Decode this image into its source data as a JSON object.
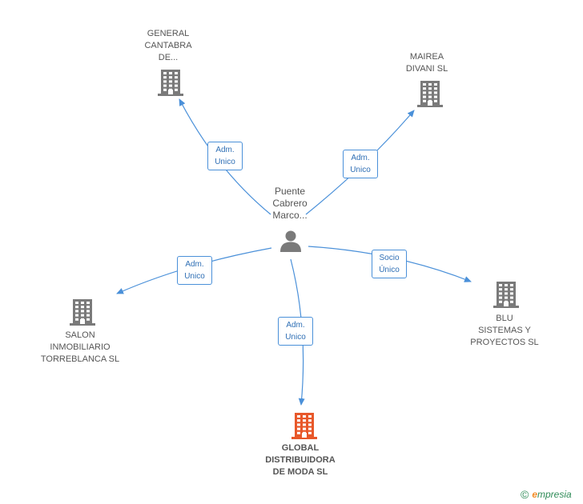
{
  "colors": {
    "edge": "#4a90d9",
    "node": "#7a7a7a",
    "main": "#e8582a"
  },
  "center": {
    "label": "Puente\nCabrero\nMarco..."
  },
  "nodes": [
    {
      "id": "general-cantabra",
      "label": "GENERAL\nCANTABRA\nDE...",
      "icon": "building-icon"
    },
    {
      "id": "mairea-divani",
      "label": "MAIREA\nDIVANI SL",
      "icon": "building-icon"
    },
    {
      "id": "salon-inmobiliario",
      "label": "SALON\nINMOBILIARIO\nTORREBLANCA SL",
      "icon": "building-icon"
    },
    {
      "id": "blu-sistemas",
      "label": "BLU\nSISTEMAS Y\nPROYECTOS  SL",
      "icon": "building-icon"
    },
    {
      "id": "global-distribuidora",
      "label": "GLOBAL\nDISTRIBUIDORA\nDE MODA SL",
      "icon": "building-icon",
      "main": true
    }
  ],
  "edges": [
    {
      "to": "general-cantabra",
      "label": "Adm.\nUnico"
    },
    {
      "to": "mairea-divani",
      "label": "Adm.\nUnico"
    },
    {
      "to": "salon-inmobiliario",
      "label": "Adm.\nUnico"
    },
    {
      "to": "blu-sistemas",
      "label": "Socio\nÚnico"
    },
    {
      "to": "global-distribuidora",
      "label": "Adm.\nUnico"
    }
  ],
  "footer": {
    "copyright": "©",
    "brand_initial": "e",
    "brand_rest": "mpresia"
  }
}
